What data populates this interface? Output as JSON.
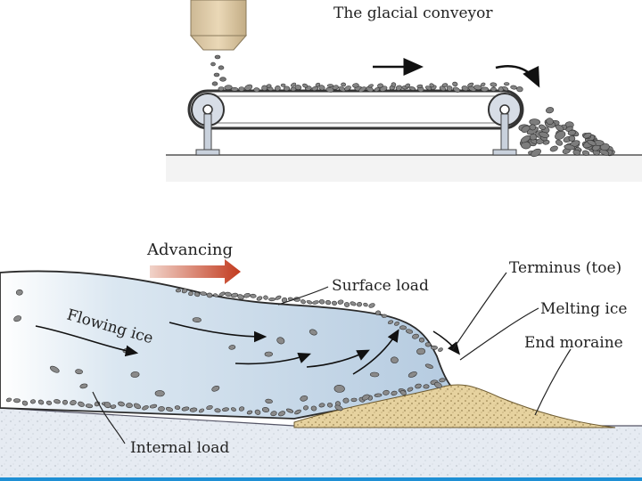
{
  "conveyor": {
    "title": "The glacial conveyor"
  },
  "glacier": {
    "labels": {
      "advancing": "Advancing",
      "flowing_ice": "Flowing ice",
      "surface_load": "Surface load",
      "terminus": "Terminus (toe)",
      "melting_ice": "Melting ice",
      "end_moraine": "End moraine",
      "internal_load": "Internal load"
    }
  },
  "colors": {
    "ice": "#b9cfe2",
    "ground": "#e6ebf2",
    "moraine": "#e7d29f",
    "rock": "#8a8a8a",
    "arrow": "#c2452a",
    "hopper": "#d4c3a2",
    "belt": "#3a3a3a",
    "bottom_strip": "#1e8fd4"
  },
  "icons": [
    "hopper-icon",
    "pulley-icon",
    "rock-pile-icon",
    "flow-arrow-icon"
  ]
}
